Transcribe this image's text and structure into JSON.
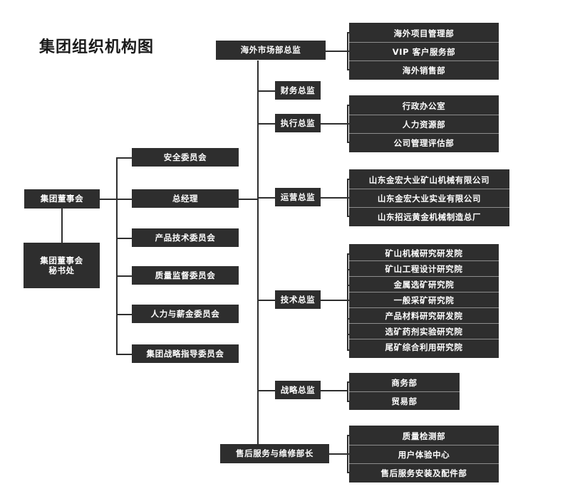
{
  "chart_data": {
    "type": "diagram",
    "title": "集团组织机构图",
    "diagram_kind": "organization-chart",
    "colors": {
      "node_fill": "#2e2e2e",
      "node_text": "#ffffff",
      "line": "#2e2e2e",
      "separator": "#8d8d8d",
      "background": "#ffffff",
      "title_text": "#1a1a1a"
    }
  },
  "title": "集团组织机构图",
  "nodes": {
    "board": "集团董事会",
    "board_secretariat_line1": "集团董事会",
    "board_secretariat_line2": "秘书处",
    "general_manager": "总经理",
    "overseas_market_director": "海外市场部总监",
    "finance_director": "财务总监",
    "executive_director": "执行总监",
    "operations_director": "运营总监",
    "technical_director": "技术总监",
    "strategy_director": "战略总监",
    "aftersales_head": "售后服务与维修部长"
  },
  "committees": [
    {
      "label": "安全委员会"
    },
    {
      "label": "产品技术委员会"
    },
    {
      "label": "质量监督委员会"
    },
    {
      "label": "人力与薪金委员会"
    },
    {
      "label": "集团战略指导委员会"
    }
  ],
  "overseas_children": [
    {
      "label": "海外项目管理部"
    },
    {
      "label": "VIP 客户服务部"
    },
    {
      "label": "海外销售部"
    }
  ],
  "executive_children": [
    {
      "label": "行政办公室"
    },
    {
      "label": "人力资源部"
    },
    {
      "label": "公司管理评估部"
    }
  ],
  "operations_children": [
    {
      "label": "山东金宏大业矿山机械有限公司"
    },
    {
      "label": "山东金宏大业实业有限公司"
    },
    {
      "label": "山东招远黄金机械制造总厂"
    }
  ],
  "technical_children": [
    {
      "label": "矿山机械研究研发院"
    },
    {
      "label": "矿山工程设计研究院"
    },
    {
      "label": "金属选矿研究院"
    },
    {
      "label": "一般采矿研究院"
    },
    {
      "label": "产品材料研究研发院"
    },
    {
      "label": "选矿药剂实验研究院"
    },
    {
      "label": "尾矿综合利用研究院"
    }
  ],
  "strategy_children": [
    {
      "label": "商务部"
    },
    {
      "label": "贸易部"
    }
  ],
  "aftersales_children": [
    {
      "label": "质量检测部"
    },
    {
      "label": "用户体验中心"
    },
    {
      "label": "售后服务安装及配件部"
    }
  ]
}
